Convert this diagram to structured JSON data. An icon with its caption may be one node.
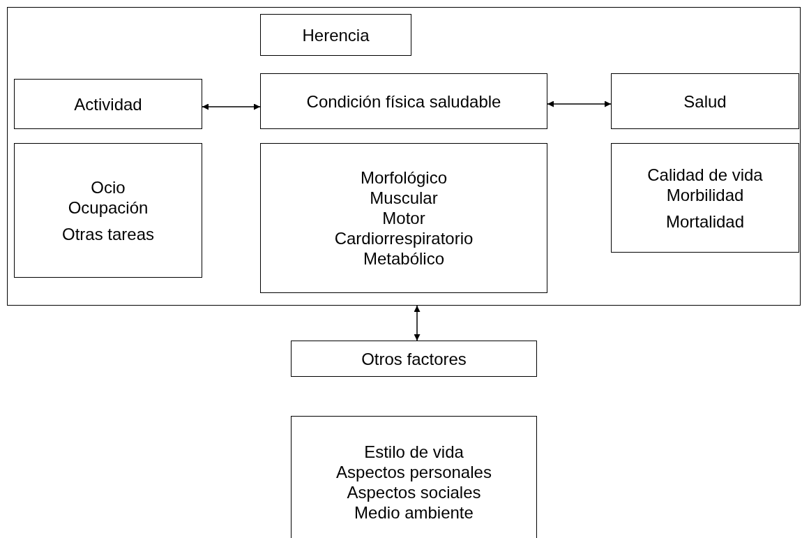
{
  "diagram": {
    "nodes": [
      {
        "text": [],
        "shape": "box"
      },
      {
        "text": [
          "Herencia"
        ],
        "in": 0
      },
      {
        "text": [
          "Actividad"
        ],
        "in": 0
      },
      {
        "text": [
          "Condición física saludable"
        ],
        "in": 0
      },
      {
        "text": [
          "Salud"
        ],
        "in": 0
      },
      {
        "text": [
          "Ocio",
          "Ocupación",
          "Otras tareas"
        ],
        "in": 0
      },
      {
        "text": [
          "Morfológico",
          "Muscular",
          "Motor",
          "Cardiorrespiratorio",
          "Metabólico"
        ],
        "in": 0
      },
      {
        "text": [
          "Calidad de vida",
          "Morbilidad",
          "Mortalidad"
        ],
        "in": 0
      },
      {
        "text": [
          "Otros factores"
        ]
      },
      {
        "text": [
          "Estilo de vida",
          "Aspectos personales",
          "Aspectos sociales",
          "Medio ambiente"
        ]
      }
    ],
    "edges": [
      {
        "from": 2,
        "to": 3,
        "arrow": "both"
      },
      {
        "from": 3,
        "to": 4,
        "arrow": "both"
      },
      {
        "from": 0,
        "to": 8,
        "arrow": "both"
      }
    ]
  }
}
